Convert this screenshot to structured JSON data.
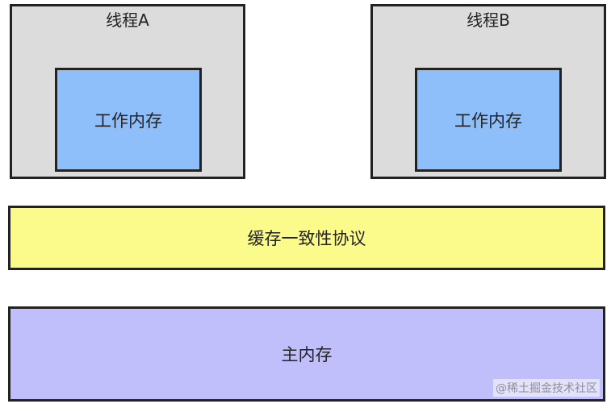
{
  "diagram": {
    "threads": [
      {
        "title": "线程A",
        "inner_label": "工作内存"
      },
      {
        "title": "线程B",
        "inner_label": "工作内存"
      }
    ],
    "cache_layer": {
      "label": "缓存一致性协议"
    },
    "main_memory": {
      "label": "主内存"
    }
  },
  "watermark": {
    "text": "@稀土掘金技术社区"
  },
  "colors": {
    "thread_box": "#dcdcdc",
    "work_memory": "#8fbffa",
    "cache_protocol": "#fbfb8c",
    "main_memory": "#c1befc",
    "border": "#222222"
  }
}
